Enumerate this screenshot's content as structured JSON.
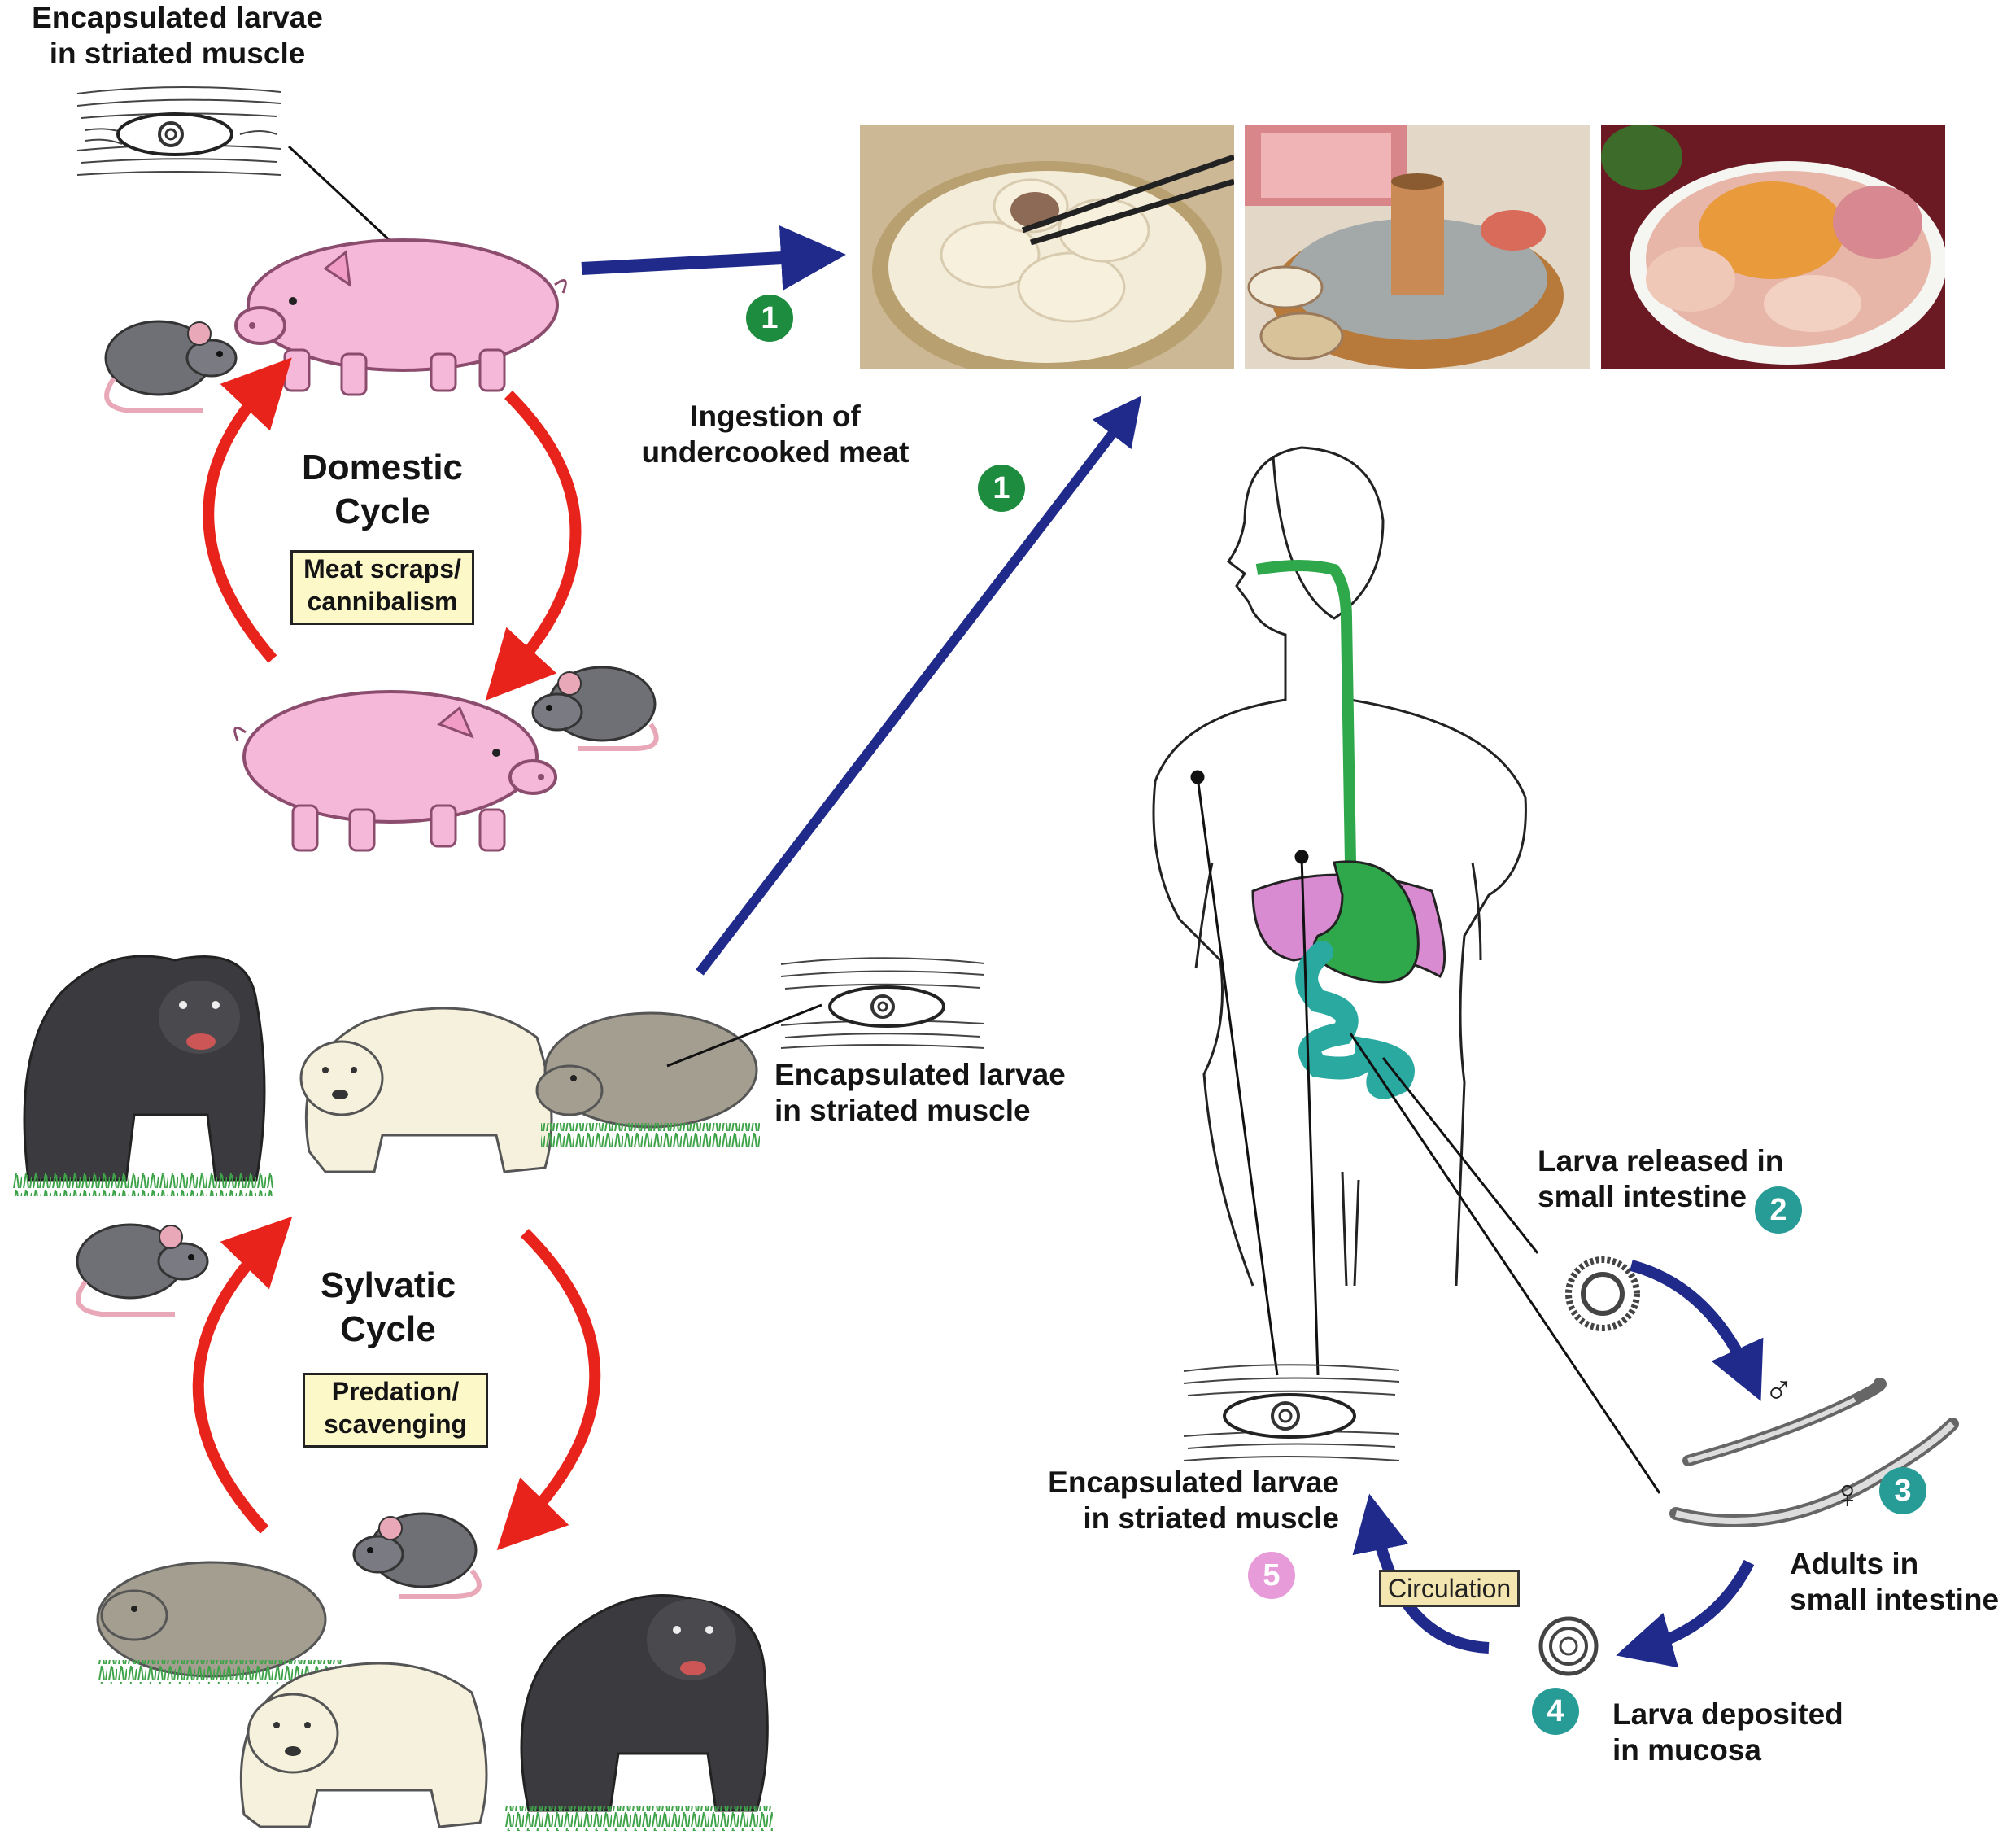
{
  "labels": {
    "larvae_top": [
      "Encapsulated larvae",
      "in striated muscle"
    ],
    "larvae_mid": [
      "Encapsulated larvae",
      "in striated muscle"
    ],
    "larvae_bottom": [
      "Encapsulated larvae",
      "in striated muscle"
    ],
    "ingestion": [
      "Ingestion of",
      "undercooked meat"
    ],
    "larva_released": [
      "Larva released in",
      "small intestine"
    ],
    "adults": [
      "Adults in",
      "small intestine"
    ],
    "larva_deposited": [
      "Larva deposited",
      "in mucosa"
    ]
  },
  "domestic": {
    "title": [
      "Domestic",
      "Cycle"
    ],
    "box": [
      "Meat scraps/",
      "cannibalism"
    ]
  },
  "sylvatic": {
    "title": [
      "Sylvatic",
      "Cycle"
    ],
    "box": [
      "Predation/",
      "scavenging"
    ]
  },
  "circulation": "Circulation",
  "badges": {
    "step1a": "1",
    "step1b": "1",
    "step2": "2",
    "step3": "3",
    "step4": "4",
    "step5": "5"
  },
  "symbols": {
    "male": "♂",
    "female": "♀"
  },
  "colors": {
    "cycle_arrow": "#e8231b",
    "flow_arrow": "#1f2a8a",
    "badge_step1": "#1e8c3e",
    "badge_steps_2_4": "#279c96",
    "badge_step5": "#e79bd8",
    "digestive_tract": "#2ea84a",
    "intestine": "#2aa9a0",
    "liver": "#d88bd0",
    "label_box": "#fdf8c8"
  },
  "icons": [
    "pig-icon",
    "rat-icon",
    "black-bear-icon",
    "polar-bear-icon",
    "wild-boar-icon",
    "muscle-cyst-icon",
    "human-body-icon",
    "larva-icon",
    "adult-worm-icon",
    "dumplings-photo",
    "hotpot-photo",
    "raw-meat-platter-photo"
  ]
}
